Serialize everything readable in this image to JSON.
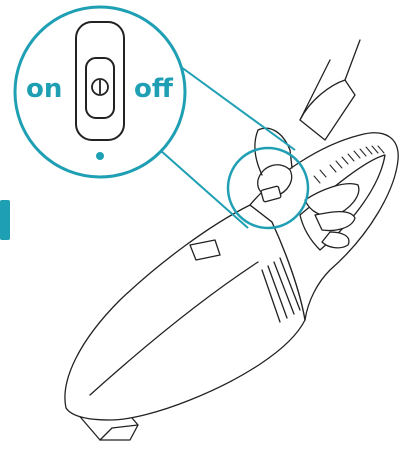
{
  "callout": {
    "label_on": "on",
    "label_off": "off",
    "accent_color": "#1f9fb3"
  },
  "icons": {
    "power_symbol": "power-icon",
    "indicator_dot": "indicator-dot"
  },
  "side_tab": {
    "color": "#1f9fb3"
  }
}
